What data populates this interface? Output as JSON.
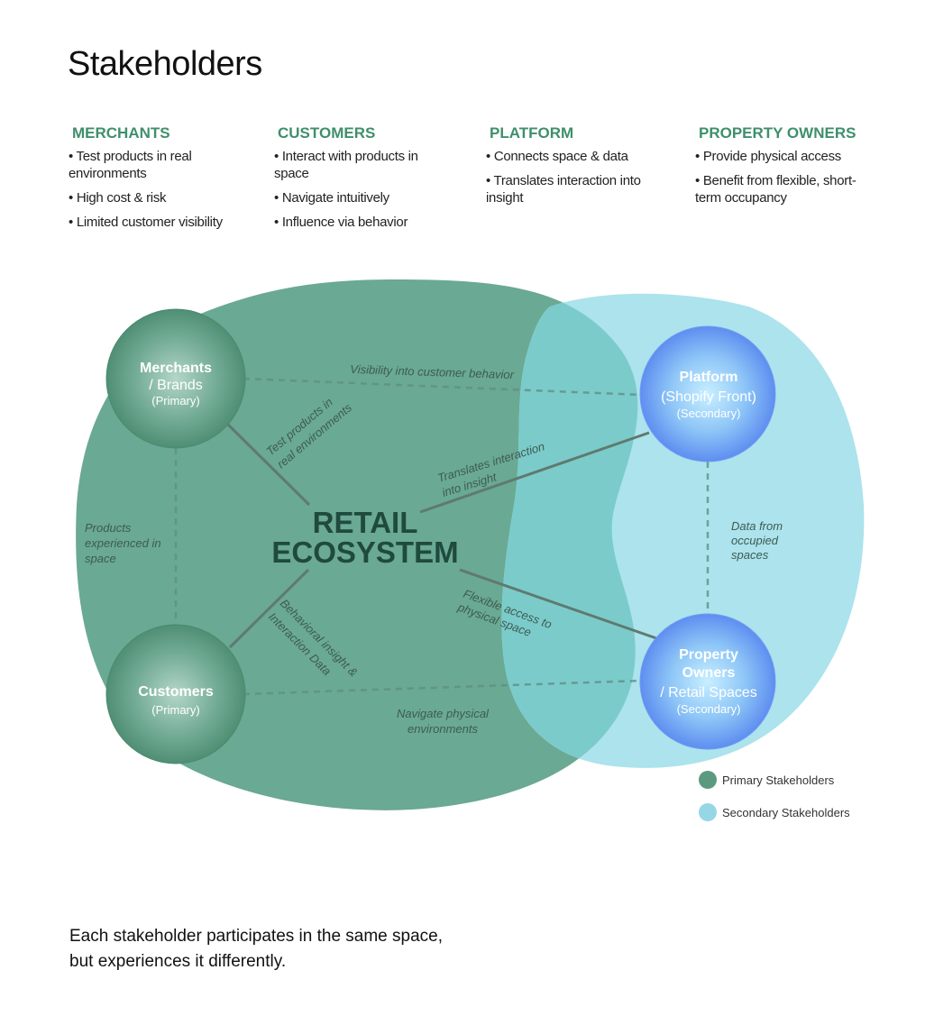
{
  "title": "Stakeholders",
  "columns": [
    {
      "title": "MERCHANTS",
      "bullets": [
        "• Test products in real environments",
        "• High cost & risk",
        "• Limited customer visibility"
      ]
    },
    {
      "title": "CUSTOMERS",
      "bullets": [
        "• Interact with products in space",
        "• Navigate intuitively",
        "• Influence via behavior"
      ]
    },
    {
      "title": "PLATFORM",
      "bullets": [
        "• Connects space & data",
        "• Translates interaction into insight"
      ]
    },
    {
      "title": "PROPERTY OWNERS",
      "bullets": [
        "• Provide physical access",
        "• Benefit from flexible, short-term occupancy"
      ]
    }
  ],
  "diagram": {
    "center_line1": "RETAIL",
    "center_line2": "ECOSYSTEM",
    "nodes": {
      "merchants": {
        "line1": "Merchants",
        "line2": "/ Brands",
        "role": "(Primary)"
      },
      "customers": {
        "line1": "Customers",
        "role": "(Primary)"
      },
      "platform": {
        "line1": "Platform",
        "line2": "(Shopify Front)",
        "role": "(Secondary)"
      },
      "owners": {
        "line1": "Property",
        "line2": "Owners",
        "line3": "/ Retail Spaces",
        "role": "(Secondary)"
      }
    },
    "edges": {
      "visibility": "Visibility into customer behavior",
      "test_1": "Test products in",
      "test_2": "real environments",
      "translates_1": "Translates interaction",
      "translates_2": "into insight",
      "products_1": "Products",
      "products_2": "experienced in",
      "products_3": "space",
      "data_1": "Data from",
      "data_2": "occupied",
      "data_3": "spaces",
      "flexible_1": "Flexible access to",
      "flexible_2": "physical space",
      "behavioral_1": "Behavioral insight &",
      "behavioral_2": "Interaction Data",
      "navigate_1": "Navigate physical",
      "navigate_2": "environments"
    },
    "colors": {
      "primary": "#6aa993",
      "secondary": "#a8e1ec",
      "overlap": "#7ccbcb"
    }
  },
  "legend": [
    {
      "label": "Primary Stakeholders",
      "color": "#5c9a80"
    },
    {
      "label": "Secondary Stakeholders",
      "color": "#96d7e6"
    }
  ],
  "footer": "Each stakeholder participates in the same space, but experiences it differently."
}
